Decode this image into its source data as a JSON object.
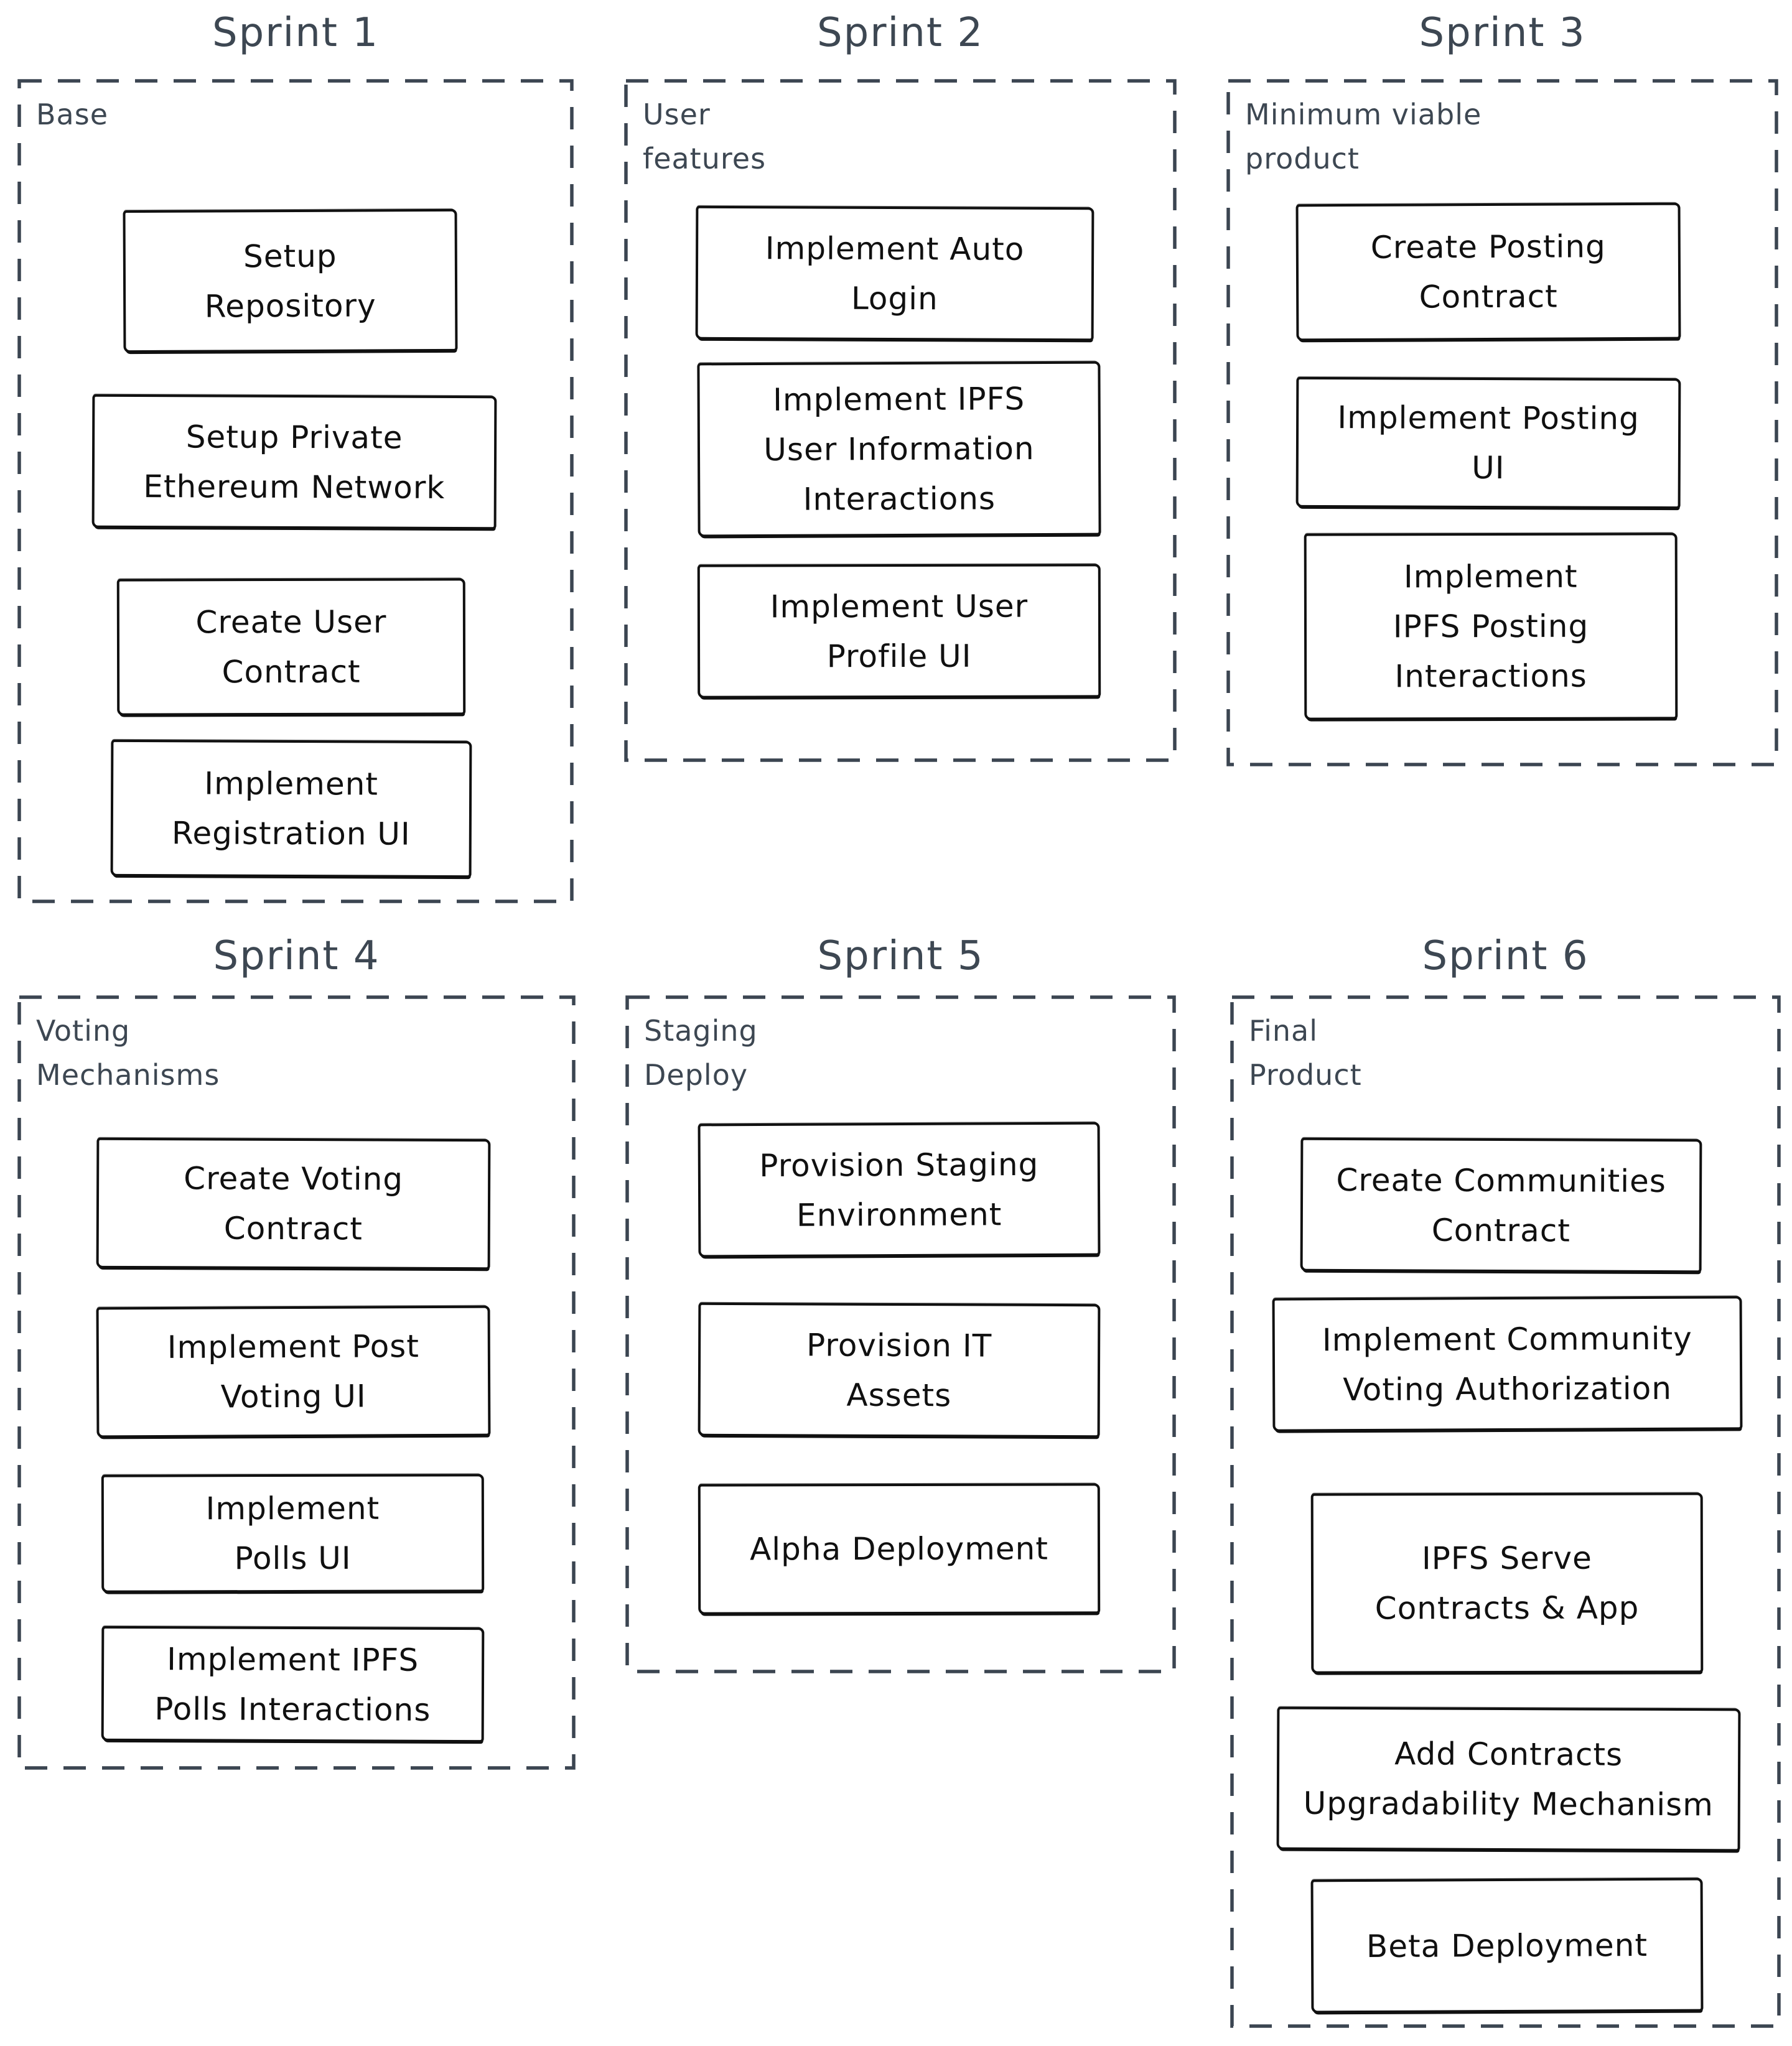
{
  "colors": {
    "background": "#ffffff",
    "dashed_border": "#3b4551",
    "label_text": "#3d4752",
    "title_text": "#3d4752",
    "task_border": "#101010",
    "task_text": "#101010"
  },
  "sprints": [
    {
      "title": "Sprint 1",
      "label": "Base",
      "tasks": [
        {
          "text": "Setup\nRepository"
        },
        {
          "text": "Setup Private\nEthereum Network"
        },
        {
          "text": "Create User\nContract"
        },
        {
          "text": "Implement\nRegistration UI"
        }
      ]
    },
    {
      "title": "Sprint 2",
      "label": "User\nfeatures",
      "tasks": [
        {
          "text": "Implement Auto\nLogin"
        },
        {
          "text": "Implement IPFS\nUser Information\nInteractions"
        },
        {
          "text": "Implement User\nProfile UI"
        }
      ]
    },
    {
      "title": "Sprint 3",
      "label": "Minimum viable\nproduct",
      "tasks": [
        {
          "text": "Create Posting\nContract"
        },
        {
          "text": "Implement Posting\nUI"
        },
        {
          "text": "Implement\nIPFS Posting\nInteractions"
        }
      ]
    },
    {
      "title": "Sprint 4",
      "label": "Voting\nMechanisms",
      "tasks": [
        {
          "text": "Create Voting\nContract"
        },
        {
          "text": "Implement Post\nVoting UI"
        },
        {
          "text": "Implement\nPolls UI"
        },
        {
          "text": "Implement IPFS\nPolls Interactions"
        }
      ]
    },
    {
      "title": "Sprint 5",
      "label": "Staging\nDeploy",
      "tasks": [
        {
          "text": "Provision Staging\nEnvironment"
        },
        {
          "text": "Provision IT\nAssets"
        },
        {
          "text": "Alpha Deployment"
        }
      ]
    },
    {
      "title": "Sprint 6",
      "label": "Final\nProduct",
      "tasks": [
        {
          "text": "Create Communities\nContract"
        },
        {
          "text": "Implement Community\nVoting Authorization"
        },
        {
          "text": "IPFS Serve\nContracts & App"
        },
        {
          "text": "Add Contracts\nUpgradability Mechanism"
        },
        {
          "text": "Beta Deployment"
        }
      ]
    }
  ]
}
